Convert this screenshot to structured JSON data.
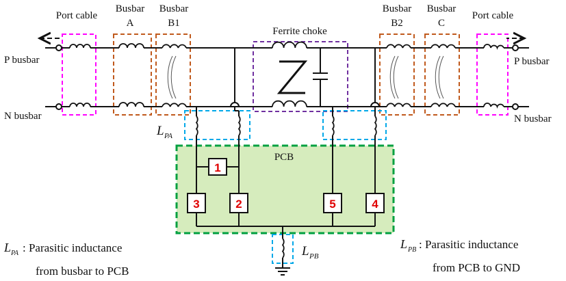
{
  "labels": {
    "port_cable_left": "Port cable",
    "port_cable_right": "Port cable",
    "busbar_a_line1": "Busbar",
    "busbar_a_line2": "A",
    "busbar_b1_line1": "Busbar",
    "busbar_b1_line2": "B1",
    "busbar_b2_line1": "Busbar",
    "busbar_b2_line2": "B2",
    "busbar_c_line1": "Busbar",
    "busbar_c_line2": "C",
    "ferrite_choke": "Ferrite choke",
    "p_busbar_left": "P busbar",
    "p_busbar_right": "P busbar",
    "n_busbar_left": "N busbar",
    "n_busbar_right": "N busbar",
    "pcb": "PCB",
    "lpa_main": "L",
    "lpa_sub": "PA",
    "lpb_main": "L",
    "lpb_sub": "PB"
  },
  "components": [
    "1",
    "2",
    "3",
    "4",
    "5"
  ],
  "legend": {
    "lpa_symbol": "L",
    "lpa_sub": "PA",
    "lpa_desc_line1": ": Parasitic inductance",
    "lpa_desc_line2": "from busbar to PCB",
    "lpb_symbol": "L",
    "lpb_sub": "PB",
    "lpb_desc_line1": ": Parasitic inductance",
    "lpb_desc_line2": "from PCB to GND"
  },
  "colors": {
    "port_box": "#ff00ff",
    "busbar_box": "#c0591c",
    "ferrite_box": "#7030a0",
    "parasitic_box": "#00a8e8",
    "pcb_border": "#00a040",
    "pcb_fill": "#d6ecbd",
    "component_text": "#e00000"
  }
}
